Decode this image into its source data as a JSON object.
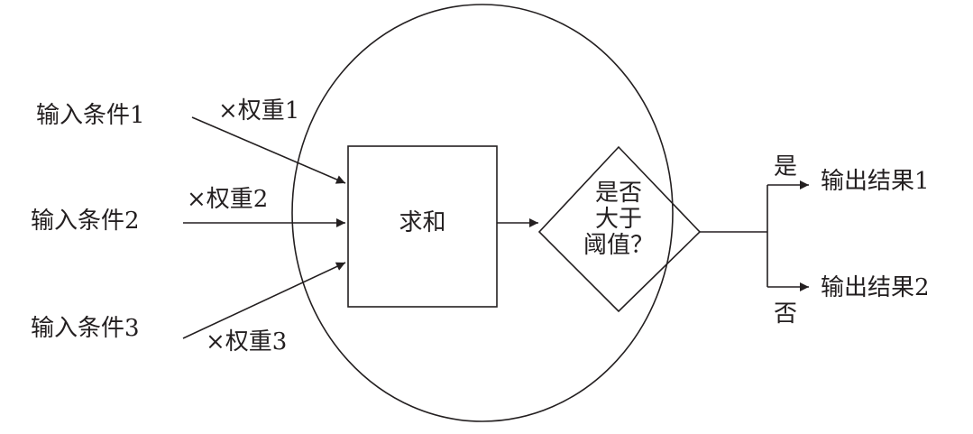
{
  "inputs": [
    {
      "label": "输入条件1",
      "weight": "×权重1"
    },
    {
      "label": "输入条件2",
      "weight": "×权重2"
    },
    {
      "label": "输入条件3",
      "weight": "×权重3"
    }
  ],
  "sum_box": {
    "label": "求和"
  },
  "decision": {
    "lines": [
      "是否",
      "大于",
      "阈值？"
    ]
  },
  "branches": {
    "yes": {
      "condition": "是",
      "output": "输出结果1"
    },
    "no": {
      "condition": "否",
      "output": "输出结果2"
    }
  },
  "colors": {
    "stroke": "#231f20",
    "background": "#ffffff"
  }
}
